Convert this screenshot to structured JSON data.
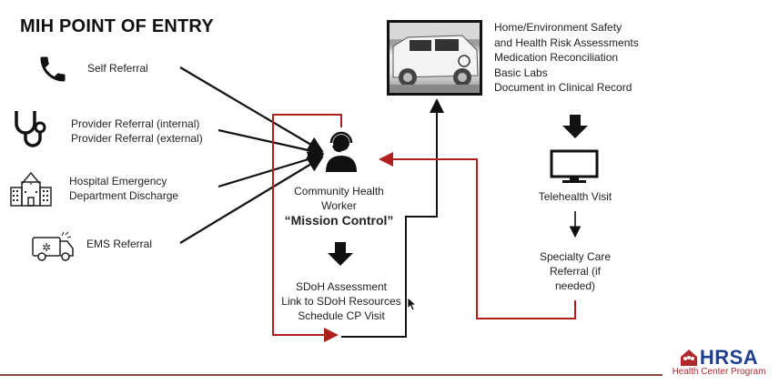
{
  "title": "MIH POINT OF ENTRY",
  "entry_points": [
    {
      "icon": "phone-icon",
      "lines": [
        "Self Referral"
      ]
    },
    {
      "icon": "stethoscope-icon",
      "lines": [
        "Provider Referral (internal)",
        "Provider Referral (external)"
      ]
    },
    {
      "icon": "hospital-icon",
      "lines": [
        "Hospital Emergency",
        "Department Discharge"
      ]
    },
    {
      "icon": "ambulance-icon",
      "lines": [
        "EMS Referral"
      ]
    }
  ],
  "mission_control": {
    "icon": "headset-worker-icon",
    "lines": [
      "Community Health",
      "Worker"
    ],
    "emphasis": "“Mission Control”"
  },
  "sdoh": {
    "lines": [
      "SDoH Assessment",
      "Link to SDoH Resources",
      "Schedule CP Visit"
    ]
  },
  "home_visit": {
    "photo": "community-paramedic-vehicle-photo",
    "lines": [
      "Home/Environment Safety",
      "and Health Risk Assessments",
      "Medication Reconciliation",
      "Basic Labs",
      "Document in Clinical Record"
    ]
  },
  "telehealth": {
    "icon": "monitor-icon",
    "label": "Telehealth Visit"
  },
  "specialty": {
    "lines": [
      "Specialty Care",
      "Referral (if",
      "needed)"
    ]
  },
  "logo": {
    "word": "HRSA",
    "subtitle": "Health Center Program"
  },
  "colors": {
    "red_path": "#b01e1e",
    "black_path": "#111111",
    "hrsa_blue": "#1f3f8f",
    "hrsa_red": "#b0282a",
    "footer_rule": "#8b4a44"
  }
}
